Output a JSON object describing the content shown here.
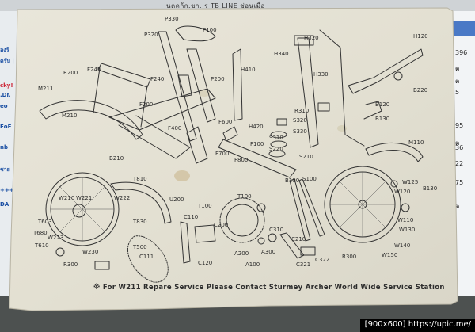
{
  "background_screen": {
    "top_text": "นดดก้ก.ขา..ร TB LINE       ช่อนเมื่อ",
    "left_rows": [
      "ลงร้",
      "ครับ |",
      "cky!",
      ".Dr.",
      "eo",
      "EoE",
      "nb",
      "ชาย",
      "+++",
      "DA"
    ],
    "right_rows": [
      "396",
      "ต",
      "ต",
      "5",
      "95",
      "ต",
      "36",
      "22",
      "75",
      "ต"
    ]
  },
  "diagram": {
    "footer_note": "※ For W211 Repare Service Please Contact Sturmey Archer World Wide Service Station",
    "labels": {
      "p330": "P330",
      "p320": "P320",
      "p100": "P100",
      "p200": "P200",
      "h340": "H340",
      "h320": "H320",
      "h330": "H330",
      "h120": "H120",
      "h410": "H410",
      "f245": "F245",
      "r200": "R200",
      "f240": "F240",
      "f200": "F200",
      "f400": "F400",
      "m211": "M211",
      "m210": "M210",
      "b210": "B210",
      "f600": "F600",
      "h420": "H420",
      "s320": "S320",
      "s310": "S310",
      "s330": "S330",
      "s220": "S220",
      "s100": "S100",
      "s210": "S210",
      "f100": "F100",
      "f800": "F800",
      "f700": "F700",
      "b120": "B120",
      "b130": "B130",
      "b220": "B220",
      "m110": "M110",
      "w125": "W125",
      "w120": "W120",
      "b130b": "B130",
      "w110": "W110",
      "w130": "W130",
      "w140": "W140",
      "w150": "W150",
      "w221": "W221",
      "w210": "W210",
      "w222": "W222",
      "w223": "W223",
      "w230": "W230",
      "t603": "T603",
      "t610": "T610",
      "t830": "T830",
      "t810": "T810",
      "t500": "T500",
      "t100": "T100",
      "c110": "C110",
      "c111": "C111",
      "c120": "C120",
      "c200": "C200",
      "c210": "C210",
      "c310": "C310",
      "c321": "C321",
      "c322": "C322",
      "a100": "A100",
      "a300": "A300",
      "a200": "A200",
      "r300": "R300",
      "r300b": "R300",
      "r310": "R310",
      "t100b": "T100",
      "u200": "U200",
      "b100": "B100",
      "t680": "T680"
    }
  },
  "watermark": "[900x600] https://upic.me/"
}
